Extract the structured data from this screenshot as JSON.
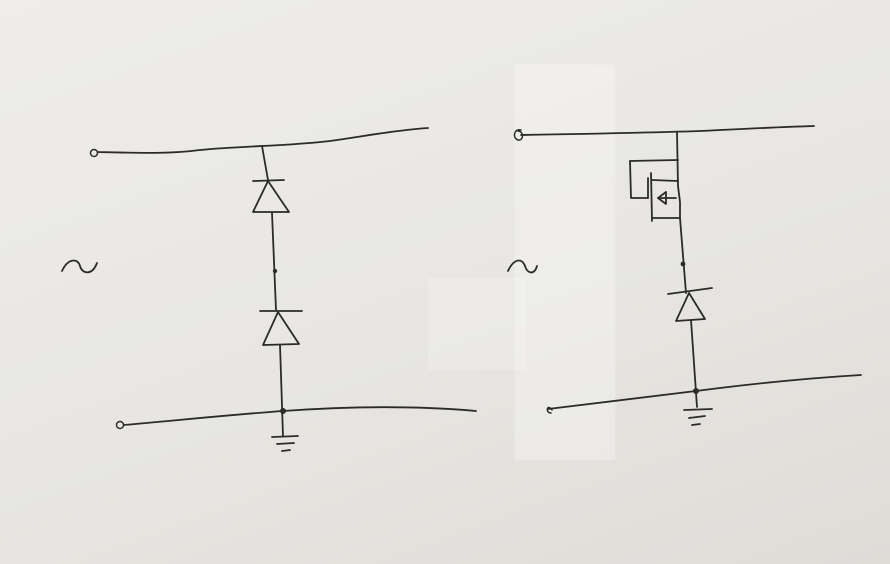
{
  "ink_color": "#2b2b2b",
  "paper_color": "#e9e8e4",
  "left_circuit": {
    "ac_source_symbol": "~",
    "components": [
      "terminal",
      "terminal",
      "diode",
      "diode",
      "junction",
      "ground-symbol"
    ]
  },
  "right_circuit": {
    "ac_source_symbol": "~",
    "components": [
      "terminal",
      "terminal",
      "mosfet",
      "diode",
      "junction",
      "ground-symbol"
    ]
  }
}
